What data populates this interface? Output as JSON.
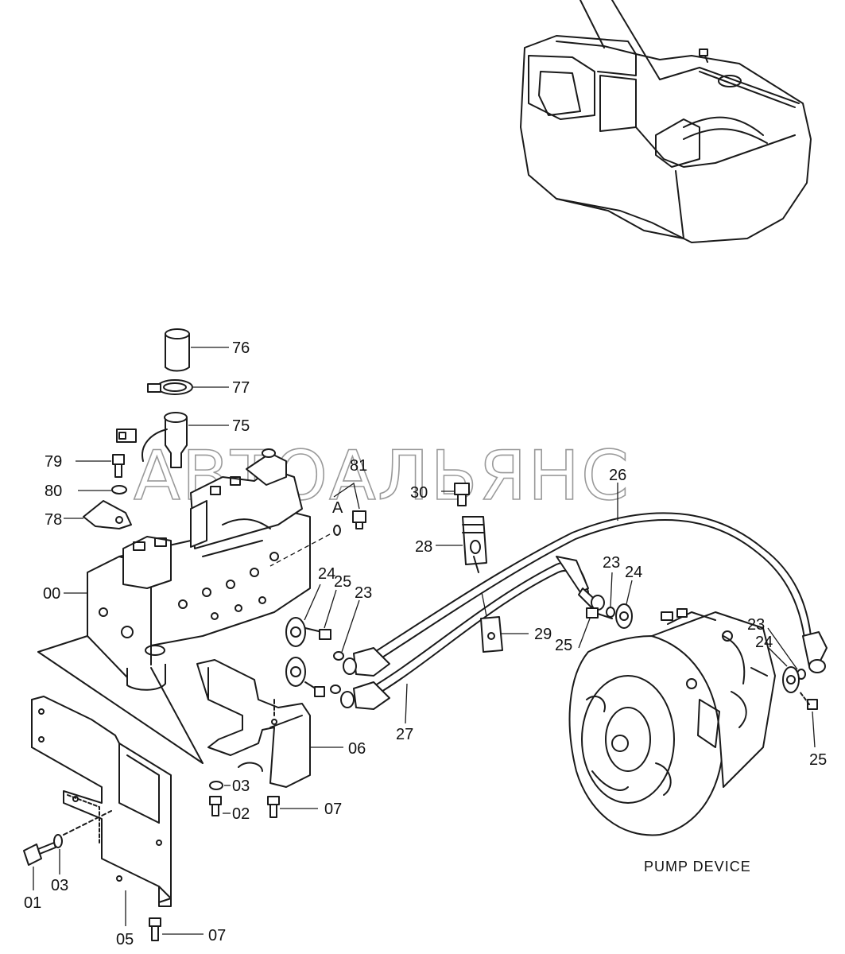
{
  "watermark": "АВТОАЛЬЯНС",
  "caption": "PUMP DEVICE",
  "callout_A": "A",
  "labels": {
    "l76": "76",
    "l77": "77",
    "l75": "75",
    "l79": "79",
    "l80": "80",
    "l78": "78",
    "l81": "81",
    "l30": "30",
    "l26": "26",
    "l28": "28",
    "l00": "00",
    "l24a": "24",
    "l25a": "25",
    "l23a": "23",
    "l23b": "23",
    "l24b": "24",
    "l29": "29",
    "l25b": "25",
    "l23c": "23",
    "l24c": "24",
    "l25c": "25",
    "l27": "27",
    "l06": "06",
    "l03a": "03",
    "l02": "02",
    "l07a": "07",
    "l01": "01",
    "l03b": "03",
    "l05": "05",
    "l07b": "07"
  }
}
